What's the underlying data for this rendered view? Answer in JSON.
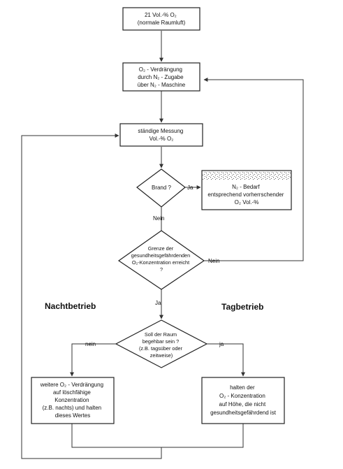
{
  "nodes": {
    "start": {
      "lines": [
        "21 Vol.-% O₂",
        "(normale Raumluft)"
      ]
    },
    "displacement": {
      "lines": [
        "O₂ - Verdrängung",
        "durch N₂ - Zugabe",
        "über N₂ - Maschine"
      ]
    },
    "measurement": {
      "lines": [
        "ständige Messung",
        "Vol.-% O₂"
      ]
    },
    "fire_decision": {
      "lines": [
        "Brand ?"
      ]
    },
    "n2_demand": {
      "lines": [
        "N₂ - Bedarf",
        "entsprechend vorherrschender",
        "O₂ Vol.-%"
      ]
    },
    "limit_decision": {
      "lines": [
        "Grenze der",
        "gesundheitsgefährdenden",
        "O₂-Konzentration erreicht",
        "?"
      ]
    },
    "access_decision": {
      "lines": [
        "Soll der Raum",
        "begehbar sein ?",
        "(z.B. tagsüber oder",
        "zeitweise)"
      ]
    },
    "night_action": {
      "lines": [
        "weitere O₂ - Verdrängung",
        "auf löschfähige",
        "Konzentration",
        "(z.B. nachts) und halten",
        "dieses Wertes"
      ]
    },
    "day_action": {
      "lines": [
        "halten der",
        "O₂ - Konzentration",
        "auf Höhe, die nicht",
        "gesundheitsgefährdend ist"
      ]
    }
  },
  "edge_labels": {
    "fire_yes": "Ja",
    "fire_no": "Nein",
    "limit_no": "Nein",
    "limit_yes": "Ja",
    "access_no": "nein",
    "access_yes": "ja"
  },
  "section_labels": {
    "night": "Nachtbetrieb",
    "day": "Tagbetrieb"
  }
}
